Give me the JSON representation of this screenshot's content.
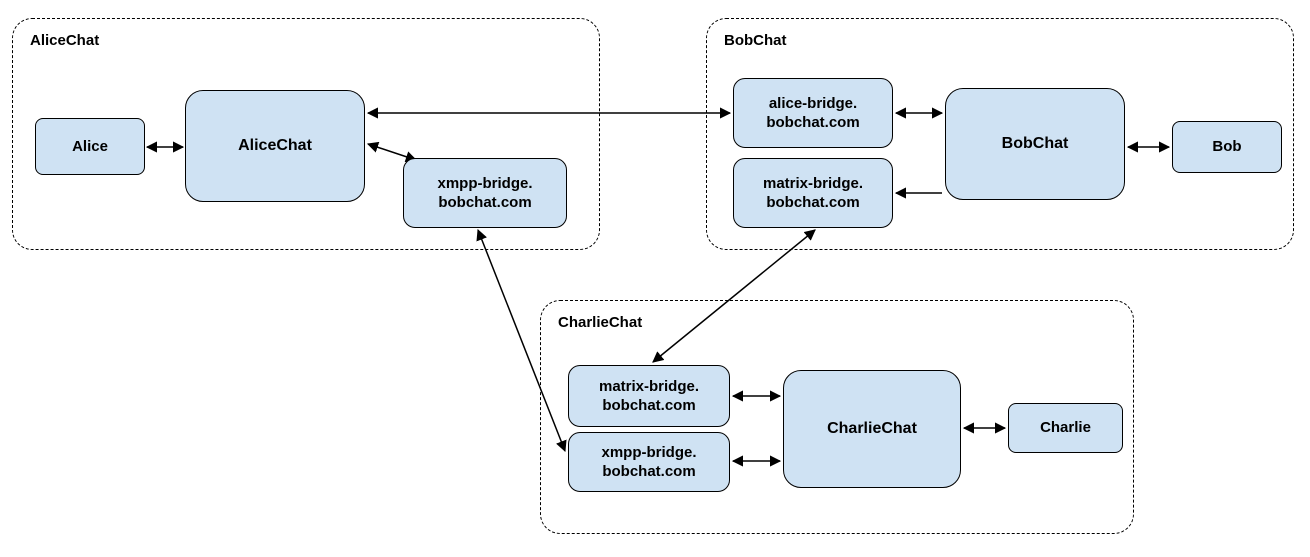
{
  "groups": {
    "alice": {
      "label": "AliceChat"
    },
    "bob": {
      "label": "BobChat"
    },
    "charlie": {
      "label": "CharlieChat"
    }
  },
  "nodes": {
    "alice": {
      "label": "Alice"
    },
    "alicechat": {
      "label": "AliceChat"
    },
    "xmpp_bridge_alice": {
      "line1": "xmpp-bridge.",
      "line2": "bobchat.com"
    },
    "alice_bridge_bob": {
      "line1": "alice-bridge.",
      "line2": "bobchat.com"
    },
    "matrix_bridge_bob": {
      "line1": "matrix-bridge.",
      "line2": "bobchat.com"
    },
    "bobchat": {
      "label": "BobChat"
    },
    "bob": {
      "label": "Bob"
    },
    "matrix_bridge_charlie": {
      "line1": "matrix-bridge.",
      "line2": "bobchat.com"
    },
    "xmpp_bridge_charlie": {
      "line1": "xmpp-bridge.",
      "line2": "bobchat.com"
    },
    "charliechat": {
      "label": "CharlieChat"
    },
    "charlie": {
      "label": "Charlie"
    }
  },
  "colors": {
    "node_fill": "#cfe2f3",
    "node_border": "#000000",
    "background": "#ffffff"
  }
}
